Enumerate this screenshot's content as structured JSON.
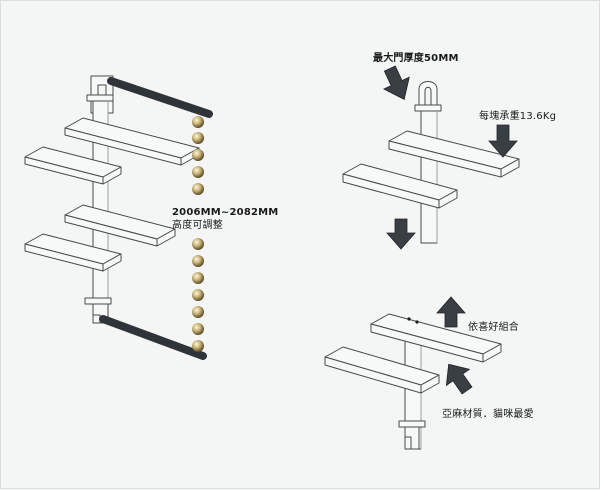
{
  "labels": {
    "height_range": "2006MM~2082MM",
    "height_adjustable": "高度可調整",
    "max_door_thickness": "最大門厚度50MM",
    "load_per_shelf": "每塊承重13.6Kg",
    "free_combination": "依喜好組合",
    "material_note": "亞麻材質．貓咪最愛"
  },
  "colors": {
    "background": "#f4f6f6",
    "panel_fill": "#f7f8f8",
    "panel_stroke": "#4a4a4a",
    "bar": "#2f3438",
    "arrow_fill": "#3a3f44",
    "bead_dark": "#6b5a33",
    "bead_light": "#e8dcb0"
  }
}
